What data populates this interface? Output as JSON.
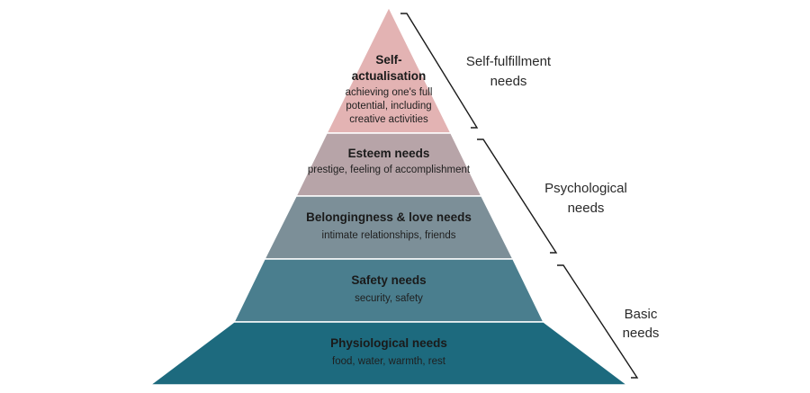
{
  "pyramid": {
    "levels": [
      {
        "title_lines": [
          "Self-",
          "actualisation"
        ],
        "desc_lines": [
          "achieving one's full",
          "potential, including",
          "creative activities"
        ],
        "color": "#e3b3b3"
      },
      {
        "title_lines": [
          "Esteem needs"
        ],
        "desc_lines": [
          "prestige, feeling of accomplishment"
        ],
        "color": "#b7a4a8"
      },
      {
        "title_lines": [
          "Belongingness & love needs"
        ],
        "desc_lines": [
          "intimate relationships, friends"
        ],
        "color": "#7c8f98"
      },
      {
        "title_lines": [
          "Safety needs"
        ],
        "desc_lines": [
          "security, safety"
        ],
        "color": "#4a7e8e"
      },
      {
        "title_lines": [
          "Physiological needs"
        ],
        "desc_lines": [
          "food, water, warmth, rest"
        ],
        "color": "#1d6a7e"
      }
    ]
  },
  "groups": [
    {
      "label_lines": [
        "Self-fulfillment",
        "needs"
      ]
    },
    {
      "label_lines": [
        "Psychological",
        "needs"
      ]
    },
    {
      "label_lines": [
        "Basic",
        "needs"
      ]
    }
  ]
}
